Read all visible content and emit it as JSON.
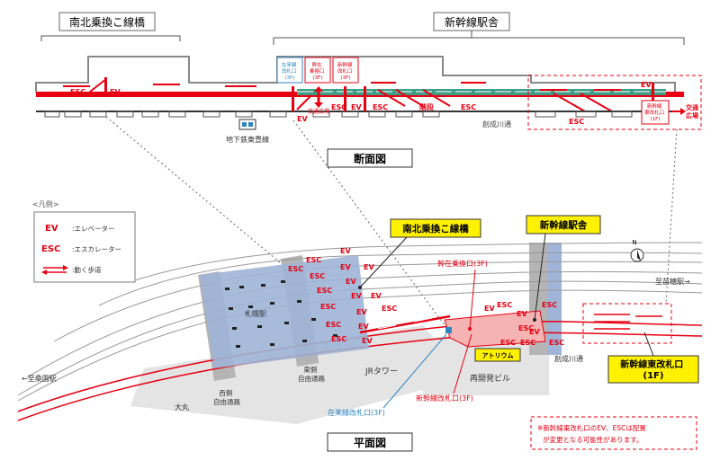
{
  "colors": {
    "red": "#e60012",
    "yellow": "#fff100",
    "gray": "#b4b4b4",
    "light_gray": "#e4e4e4",
    "blue_building": "#9fb4d6",
    "teal_train": "#3f9c85",
    "pink": "#f6b3b3",
    "blue_text": "#2e86c1"
  },
  "section": {
    "bridge_title": "南北乗換こ線橋",
    "station_title": "新幹線駅舎",
    "view_title": "断面図",
    "subway_label": "地下鉄東豊線",
    "river_street": "創成川通",
    "box1": [
      "在来線",
      "改札口",
      "(3F)"
    ],
    "box2": [
      "幹在",
      "乗換口",
      "(3F)"
    ],
    "box3": [
      "新幹線",
      "改札口",
      "(3F)"
    ],
    "traffic_square": [
      "交通",
      "広場"
    ],
    "east_gate": [
      "新幹線",
      "東改札口",
      "(1F)"
    ],
    "esc1": "ESC",
    "ev1": "EV",
    "ev2": "EV",
    "esc2": "ESC",
    "ev3": "EV",
    "esc3": "ESC",
    "stairs": "階段",
    "esc4": "ESC",
    "ev_east": "EV",
    "esc_east": "ESC",
    "esc_small": "ESC",
    "ev_small": "EV"
  },
  "legend": {
    "title": "<凡例>",
    "ev_symbol": "EV",
    "ev_text": ":エレベーター",
    "esc_symbol": "ESC",
    "esc_text": ":エスカレーター",
    "walk_text": ":動く歩道"
  },
  "plan": {
    "callout_bridge": "南北乗換こ線橋",
    "callout_station": "新幹線駅舎",
    "north": "N",
    "to_naebo": "至苗穂駅→",
    "to_kuwazono": "←至桑園駅",
    "sapporo_station": "札幌駅",
    "kansen_gate": "幹在乗換口(3F)",
    "shinkansen_gate": "新幹線改札口(3F)",
    "zairai_gate": "在来線改札口(3F)",
    "atrium": "アトリウム",
    "redev": "再開発ビル",
    "jr_tower": "JRタワー",
    "daimaru": "大丸",
    "west_passage": [
      "西側",
      "自由通路"
    ],
    "east_passage": [
      "東側",
      "自由通路"
    ],
    "river_street": "創成川通",
    "east_gate_callout": [
      "新幹線東改札口",
      "(1F)"
    ],
    "view_title": "平面図",
    "note": [
      "※新幹線東改札口のEV、ESCは配置",
      "が変更となる可能性があります。"
    ],
    "bridge_labels": [
      "EV",
      "ESC",
      "EV",
      "ESC",
      "EV",
      "ESC",
      "EV",
      "ESC",
      "EV",
      "ESC",
      "EV",
      "ESC",
      "EV",
      "ESC",
      "EV",
      "ESC",
      "EV"
    ],
    "station_labels": [
      "EV",
      "ESC",
      "ESC",
      "EV",
      "ESC",
      "ESC",
      "EV",
      "ESC",
      "ESC"
    ]
  }
}
